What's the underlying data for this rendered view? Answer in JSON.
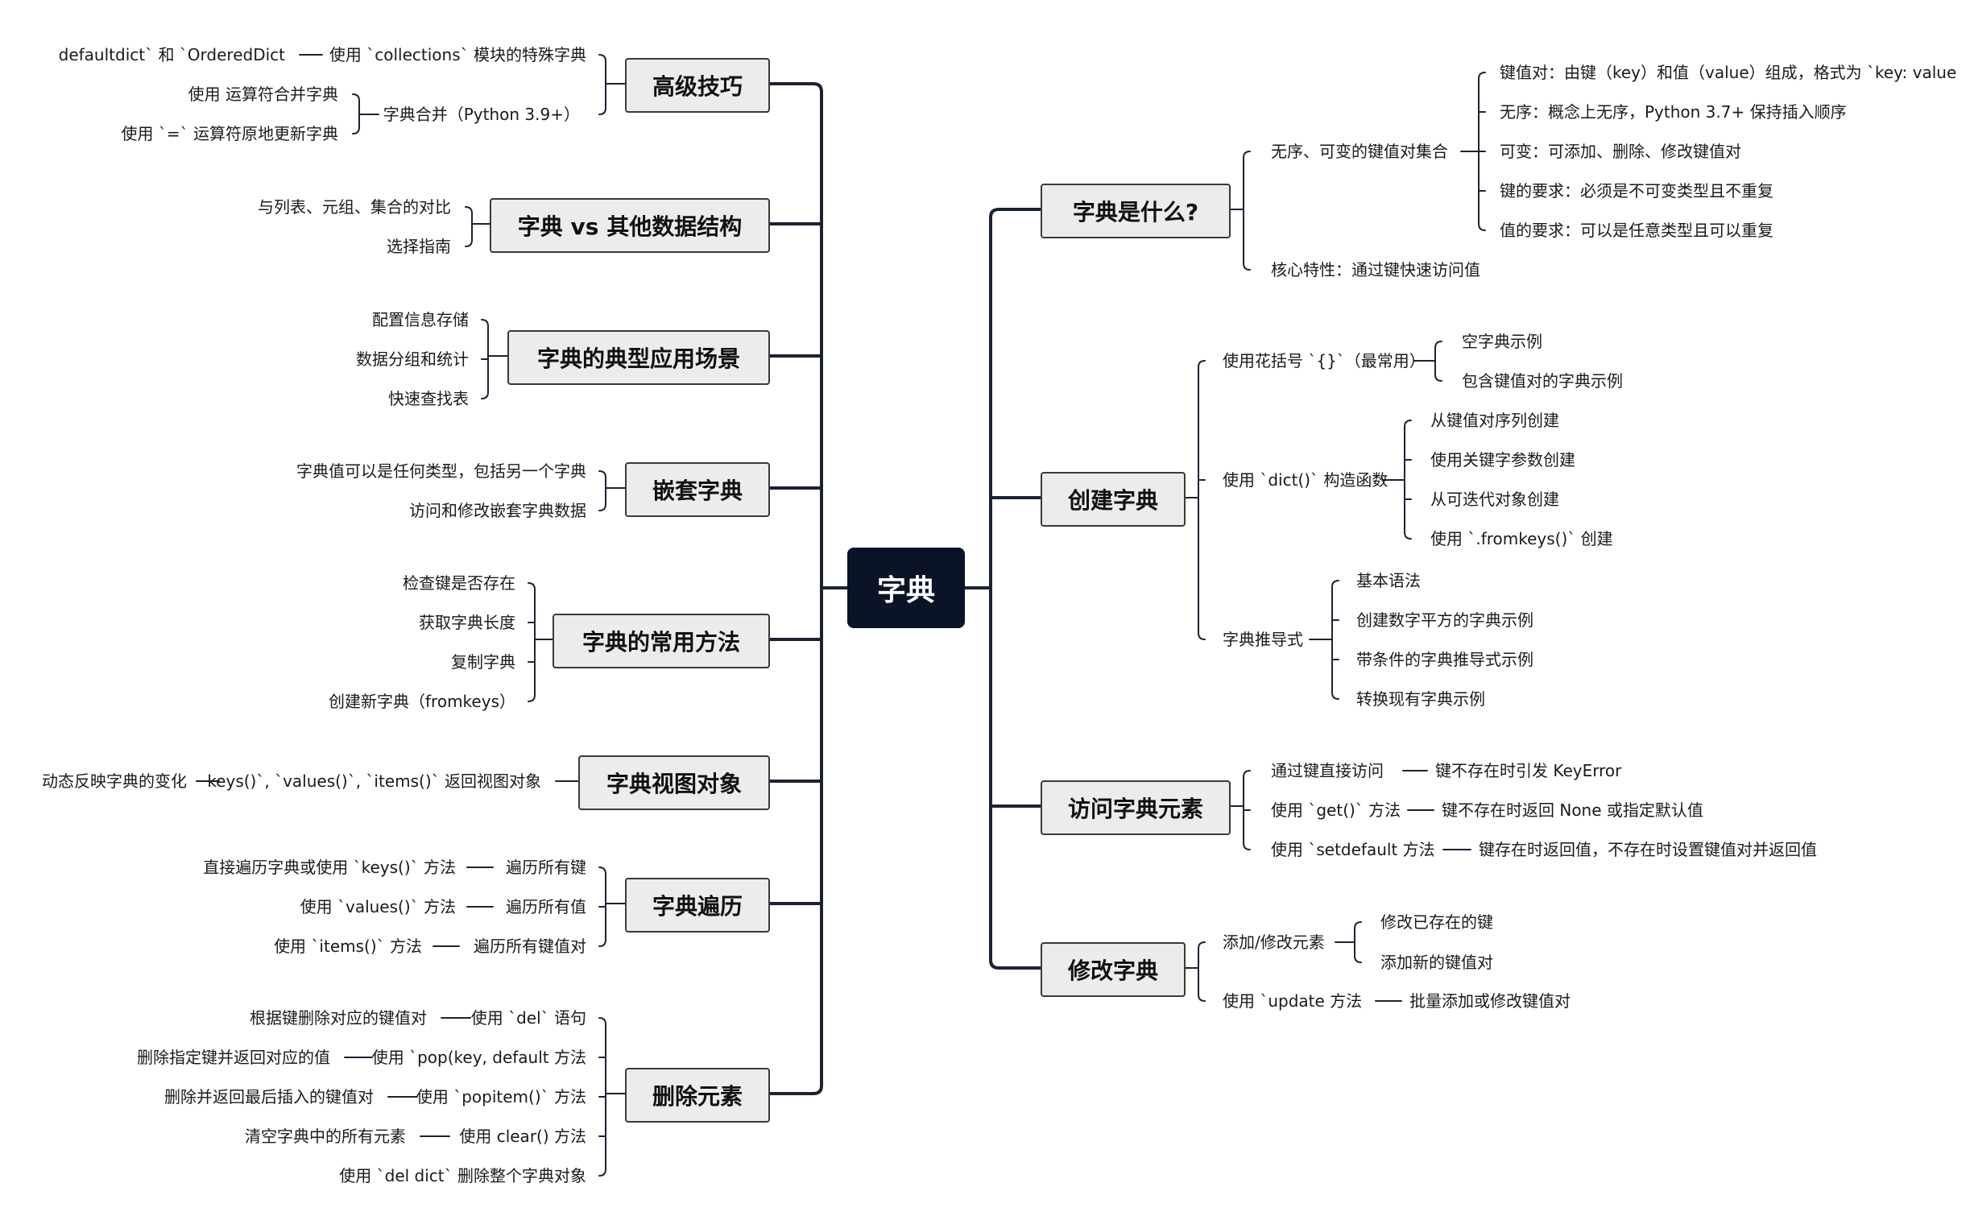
{
  "root": {
    "label": "字典"
  },
  "right": [
    {
      "id": "what",
      "label": "字典是什么?",
      "children": [
        {
          "label": "无序、可变的键值对集合",
          "children": [
            {
              "label": "键值对：由键（key）和值（value）组成，格式为 `key: value"
            },
            {
              "label": "无序：概念上无序，Python 3.7+ 保持插入顺序"
            },
            {
              "label": "可变：可添加、删除、修改键值对"
            },
            {
              "label": "键的要求：必须是不可变类型且不重复"
            },
            {
              "label": "值的要求：可以是任意类型且可以重复"
            }
          ]
        },
        {
          "label": "核心特性：通过键快速访问值"
        }
      ]
    },
    {
      "id": "create",
      "label": "创建字典",
      "children": [
        {
          "label": "使用花括号 `{}`（最常用）",
          "children": [
            {
              "label": "空字典示例"
            },
            {
              "label": "包含键值对的字典示例"
            }
          ]
        },
        {
          "label": "使用 `dict()` 构造函数",
          "children": [
            {
              "label": "从键值对序列创建"
            },
            {
              "label": "使用关键字参数创建"
            },
            {
              "label": "从可迭代对象创建"
            },
            {
              "label": "使用 `.fromkeys()` 创建"
            }
          ]
        },
        {
          "label": "字典推导式",
          "children": [
            {
              "label": "基本语法"
            },
            {
              "label": "创建数字平方的字典示例"
            },
            {
              "label": "带条件的字典推导式示例"
            },
            {
              "label": "转换现有字典示例"
            }
          ]
        }
      ]
    },
    {
      "id": "access",
      "label": "访问字典元素",
      "children": [
        {
          "label": "通过键直接访问",
          "children": [
            {
              "label": "键不存在时引发 KeyError"
            }
          ]
        },
        {
          "label": "使用 `get()` 方法",
          "children": [
            {
              "label": "键不存在时返回 None 或指定默认值"
            }
          ]
        },
        {
          "label": "使用 `setdefault 方法",
          "children": [
            {
              "label": "键存在时返回值，不存在时设置键值对并返回值"
            }
          ]
        }
      ]
    },
    {
      "id": "modify",
      "label": "修改字典",
      "children": [
        {
          "label": "添加/修改元素",
          "children": [
            {
              "label": "修改已存在的键"
            },
            {
              "label": "添加新的键值对"
            }
          ]
        },
        {
          "label": "使用 `update 方法",
          "children": [
            {
              "label": "批量添加或修改键值对"
            }
          ]
        }
      ]
    }
  ],
  "left": [
    {
      "id": "advanced",
      "label": "高级技巧",
      "children": [
        {
          "label": "使用 `collections` 模块的特殊字典",
          "children": [
            {
              "label": "defaultdict` 和 `OrderedDict"
            }
          ]
        },
        {
          "label": "字典合并（Python 3.9+）",
          "children": [
            {
              "label": "使用  运算符合并字典"
            },
            {
              "label": "使用 `=` 运算符原地更新字典"
            }
          ]
        }
      ]
    },
    {
      "id": "compare",
      "label": "字典 vs 其他数据结构",
      "children": [
        {
          "label": "与列表、元组、集合的对比"
        },
        {
          "label": "选择指南"
        }
      ]
    },
    {
      "id": "usecase",
      "label": "字典的典型应用场景",
      "children": [
        {
          "label": "配置信息存储"
        },
        {
          "label": "数据分组和统计"
        },
        {
          "label": "快速查找表"
        }
      ]
    },
    {
      "id": "nested",
      "label": "嵌套字典",
      "children": [
        {
          "label": "字典值可以是任何类型，包括另一个字典"
        },
        {
          "label": "访问和修改嵌套字典数据"
        }
      ]
    },
    {
      "id": "methods",
      "label": "字典的常用方法",
      "children": [
        {
          "label": "检查键是否存在"
        },
        {
          "label": "获取字典长度"
        },
        {
          "label": "复制字典"
        },
        {
          "label": "创建新字典（fromkeys）"
        }
      ]
    },
    {
      "id": "views",
      "label": "字典视图对象",
      "children": [
        {
          "label": "keys()`, `values()`, `items()` 返回视图对象",
          "children": [
            {
              "label": "动态反映字典的变化"
            }
          ]
        }
      ]
    },
    {
      "id": "iterate",
      "label": "字典遍历",
      "children": [
        {
          "label": "遍历所有键",
          "children": [
            {
              "label": "直接遍历字典或使用 `keys()` 方法"
            }
          ]
        },
        {
          "label": "遍历所有值",
          "children": [
            {
              "label": "使用 `values()` 方法"
            }
          ]
        },
        {
          "label": "遍历所有键值对",
          "children": [
            {
              "label": "使用 `items()` 方法"
            }
          ]
        }
      ]
    },
    {
      "id": "delete",
      "label": "删除元素",
      "children": [
        {
          "label": "使用 `del` 语句",
          "children": [
            {
              "label": "根据键删除对应的键值对"
            }
          ]
        },
        {
          "label": "使用 `pop(key, default 方法",
          "children": [
            {
              "label": "删除指定键并返回对应的值"
            }
          ]
        },
        {
          "label": "使用 `popitem()` 方法",
          "children": [
            {
              "label": "删除并返回最后插入的键值对"
            }
          ]
        },
        {
          "label": "使用 clear() 方法",
          "children": [
            {
              "label": "清空字典中的所有元素"
            }
          ]
        },
        {
          "label": "使用 `del dict` 删除整个字典对象"
        }
      ]
    }
  ]
}
